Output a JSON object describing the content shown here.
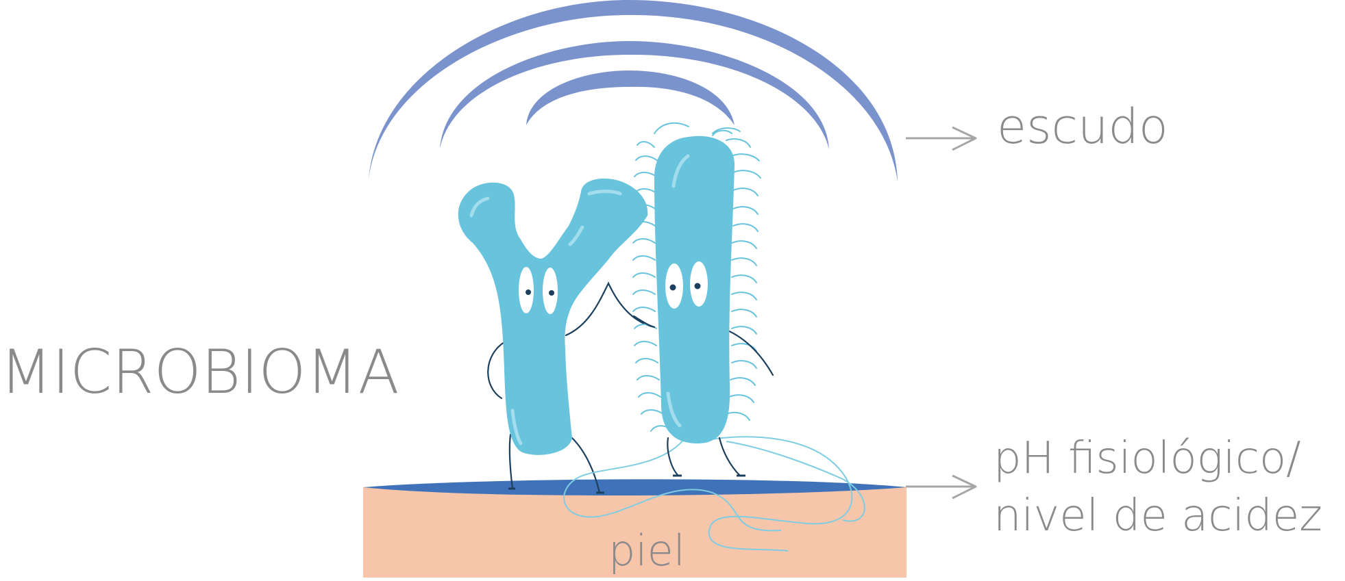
{
  "labels": {
    "microbioma": "MICROBIOMA",
    "escudo": "escudo",
    "ph_line1": "pH fisiológico/",
    "ph_line2": "nivel de acidez",
    "piel": "piel"
  },
  "colors": {
    "shield_arc": "#7b93cc",
    "bacteria_body": "#68c3dc",
    "bacteria_highlight": "#a3dcec",
    "skin_surface": "#3f72b8",
    "skin": "#f7c5aa",
    "arrow": "#a6a6a6",
    "text": "#8a8a8c",
    "limb_line": "#1c3f5e"
  }
}
